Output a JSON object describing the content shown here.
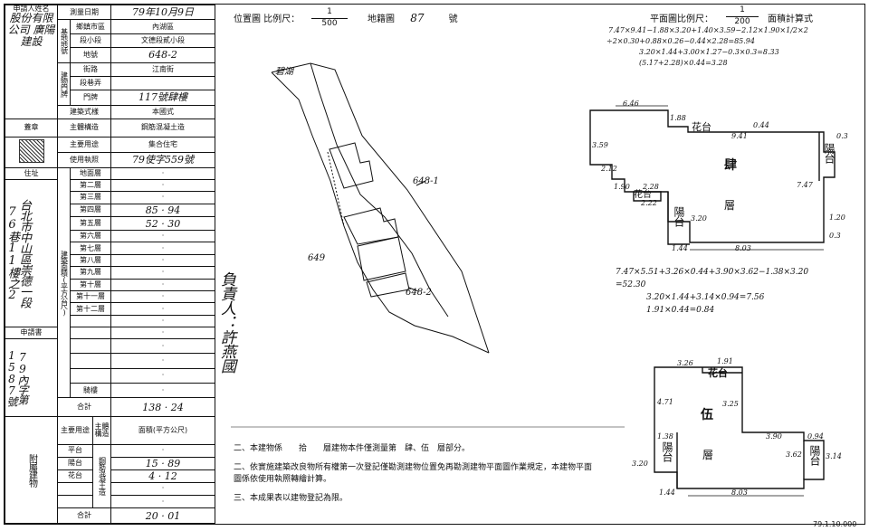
{
  "form": {
    "applicant_label": "申請人姓名",
    "applicant_name": "股份有限公司 廣陽建設",
    "seal_label": "蓋章",
    "address_label": "住址",
    "address_value": "台北市中山區崇德一段76巷11樓之2",
    "application_no_label": "申請書",
    "application_no": "79內字第1587號",
    "survey_date_label": "測量日期",
    "survey_date": "79年10月9日",
    "site_label": "基地地號",
    "city_district_label": "鄉鎮市區",
    "city_district": "內湖區",
    "section_label": "段小段",
    "section": "文德段貳小段",
    "land_no_label": "地號",
    "land_no": "648-2",
    "door_label": "建物門牌",
    "street_label": "街路",
    "street": "江南街",
    "lane_label": "段巷弄",
    "lane": "",
    "number_label": "門牌",
    "number": "117號肆樓",
    "style_label": "建築式樣",
    "style": "本國式",
    "structure_label": "主體構造",
    "structure": "鋼筋混凝土造",
    "use_label": "主要用途",
    "use": "集合住宅",
    "license_label": "使用執照",
    "license": "79使字559號",
    "floors_area_label": "建築面積(平方公尺)",
    "floors": [
      {
        "label": "地面層",
        "value": "·"
      },
      {
        "label": "第二層",
        "value": "·"
      },
      {
        "label": "第三層",
        "value": "·"
      },
      {
        "label": "第四層",
        "value": "85 · 94"
      },
      {
        "label": "第五層",
        "value": "52 · 30"
      },
      {
        "label": "第六層",
        "value": "·"
      },
      {
        "label": "第七層",
        "value": "·"
      },
      {
        "label": "第八層",
        "value": "·"
      },
      {
        "label": "第九層",
        "value": "·"
      },
      {
        "label": "第十層",
        "value": "·"
      },
      {
        "label": "第十一層",
        "value": "·"
      },
      {
        "label": "第十二層",
        "value": "·"
      },
      {
        "label": "",
        "value": "·"
      },
      {
        "label": "",
        "value": "·"
      },
      {
        "label": "",
        "value": "·"
      },
      {
        "label": "",
        "value": "·"
      },
      {
        "label": "",
        "value": "·"
      },
      {
        "label": "騎樓",
        "value": "·"
      }
    ],
    "total_label": "合計",
    "total_value": "138 · 24",
    "annex_label": "附屬建物",
    "annex_use_label": "主要用途",
    "annex_struct_label": "主體構造",
    "annex_area_label": "面積(平方公尺)",
    "annex_struct_value": "鋼筋混凝土造",
    "annex": [
      {
        "use": "平台",
        "value": "·"
      },
      {
        "use": "陽台",
        "value": "15 · 89"
      },
      {
        "use": "花台",
        "value": "4 · 12"
      },
      {
        "use": "",
        "value": "·"
      },
      {
        "use": "",
        "value": "·"
      }
    ],
    "annex_total_label": "合計",
    "annex_total": "20 · 01"
  },
  "location": {
    "title": "位置圖 比例尺：",
    "scale_num": "1",
    "scale_den": "500",
    "sheet_label": "地籍圖",
    "sheet_no": "87",
    "sheet_suffix": "號",
    "road_label": "碧湖",
    "lot_648_1": "648-1",
    "lot_648_2": "648-2",
    "lot_649": "649"
  },
  "responsible": "負責人：許燕國",
  "floorplan": {
    "title": "平面圖比例尺：",
    "scale_num": "1",
    "scale_den": "200",
    "title_suffix": "面積計算式",
    "calc4": [
      "7.47×9.41−1.88×3.20+1.40×3.59−2.12×1.90×1/2×2",
      "÷2×0.30+0.88×0.26−0.44×2.28=85.94",
      "3.20×1.44+3.00×1.27−0.3×0.3=8.33",
      "(5.17+2.28)×0.44=3.28"
    ],
    "calc5": [
      "7.47×5.51+3.26×0.44+3.90×3.62−1.38×3.20",
      "=52.30",
      "3.20×1.44+3.14×0.94=7.56",
      "1.91×0.44=0.84"
    ],
    "floor4_label": "肆",
    "floor4_suffix": "層",
    "floor5_label": "伍",
    "floor5_suffix": "層",
    "balcony": "陽台",
    "planter": "花台",
    "dims4": [
      "6.46",
      "1.88",
      "0.44",
      "9.41",
      "3.59",
      "2.12",
      "1.90",
      "2.28",
      "2.22",
      "3.20",
      "1.44",
      "8.03",
      "7.47",
      "0.3",
      "1.20",
      "0.3"
    ],
    "dims5": [
      "3.26",
      "1.91",
      "4.71",
      "3.25",
      "1.38",
      "3.90",
      "0.94",
      "3.20",
      "3.62",
      "3.14",
      "8.03",
      "1.44"
    ]
  },
  "notes": [
    "二、本建物係　　拾　　層建物本件僅測量第　肆、伍　層部分。",
    "二、依實施建築改良物所有權第一次登記僅勘測建物位置免再勘測建物平面圖作業規定，本建物平面圖係依使用執照轉繪計算。",
    "三、本成果表以建物登記為限。"
  ],
  "stamp_date": "79.1.10.000"
}
